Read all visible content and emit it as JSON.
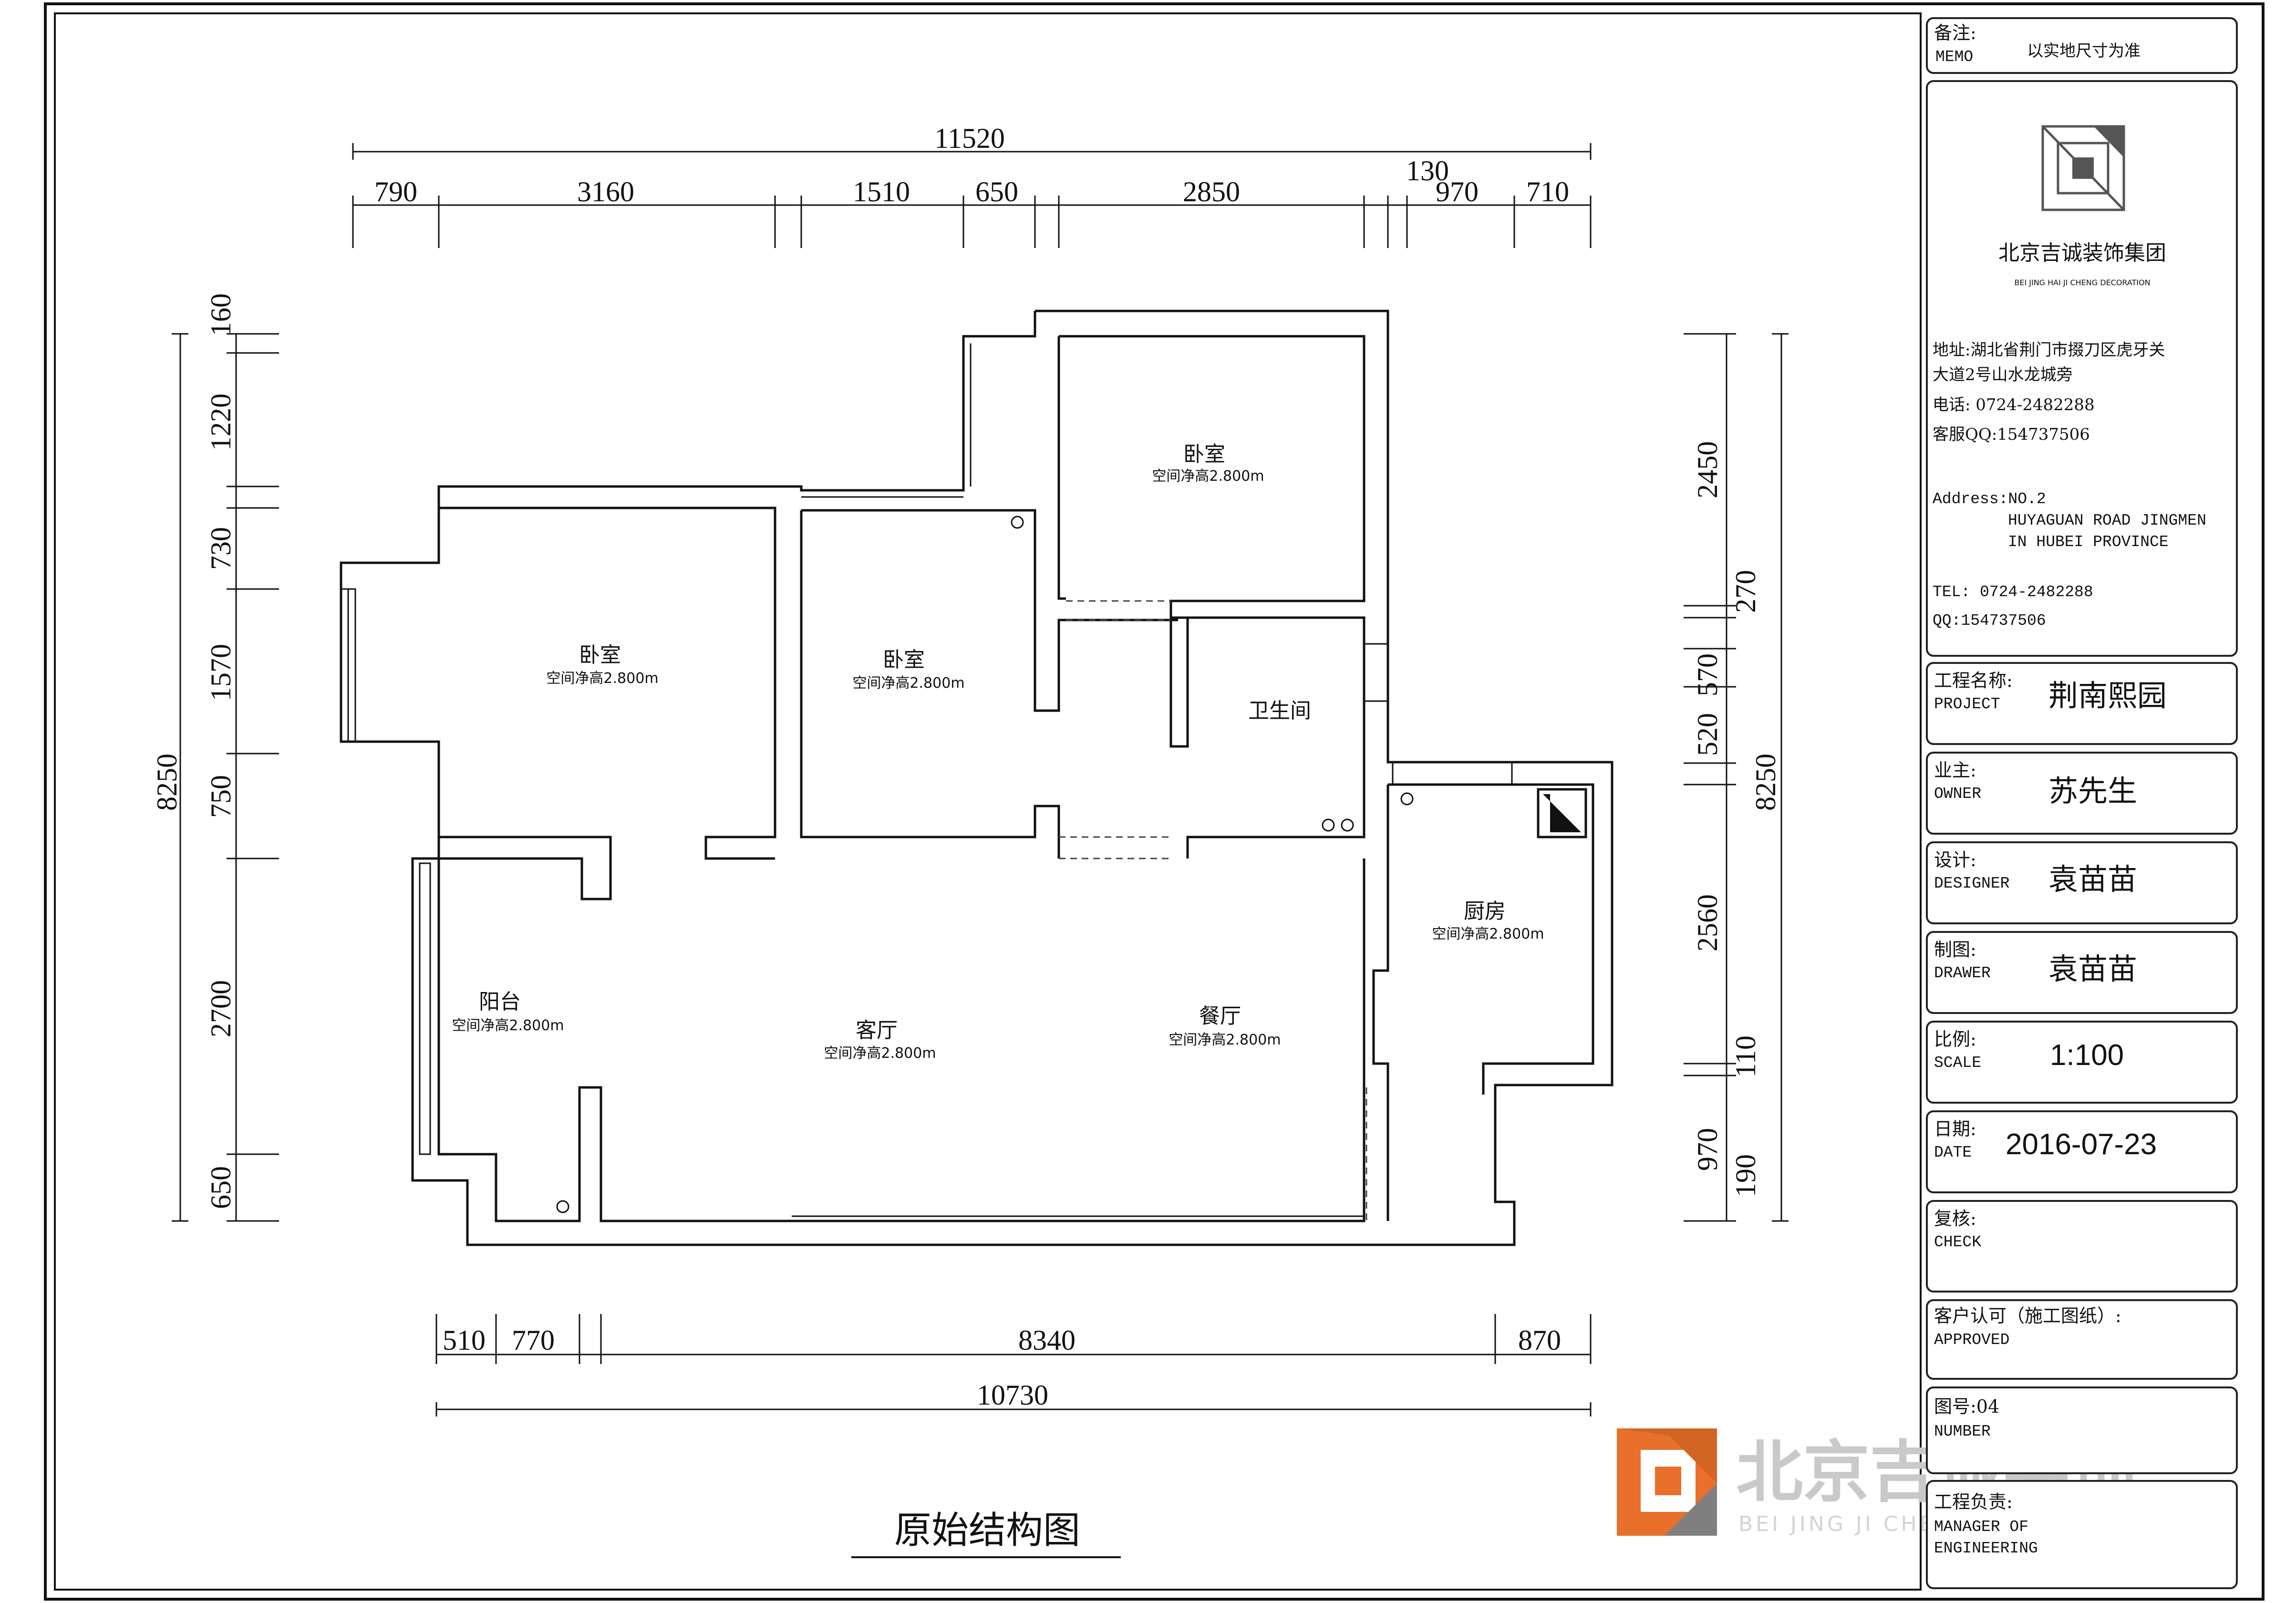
{
  "drawing": {
    "title": "原始结构图",
    "dimensions": {
      "top_total": "11520",
      "top_segments": [
        "790",
        "3160",
        "1510",
        "650",
        "2850",
        "130",
        "970",
        "710"
      ],
      "bottom_segments": [
        "510",
        "770",
        "8340",
        "870"
      ],
      "bottom_total": "10730",
      "left_total": "8250",
      "left_segments": [
        "160",
        "1220",
        "730",
        "1570",
        "750",
        "2700",
        "650"
      ],
      "right_total": "8250",
      "right_segments": [
        "2450",
        "270",
        "570",
        "520",
        "2560",
        "110",
        "970",
        "190"
      ]
    },
    "rooms": [
      {
        "name": "卧室",
        "height": "空间净高2.800m"
      },
      {
        "name": "卧室",
        "height": "空间净高2.800m"
      },
      {
        "name": "卧室",
        "height": "空间净高2.800m"
      },
      {
        "name": "卫生间",
        "height": ""
      },
      {
        "name": "厨房",
        "height": "空间净高2.800m"
      },
      {
        "name": "阳台",
        "height": "空间净高2.800m"
      },
      {
        "name": "客厅",
        "height": "空间净高2.800m"
      },
      {
        "name": "餐厅",
        "height": "空间净高2.800m"
      }
    ]
  },
  "title_block": {
    "memo_label": "备注:",
    "memo_en": "MEMO",
    "memo_value": "以实地尺寸为准",
    "company_name": "北京吉诚装饰集团",
    "company_en": "BEI JING HAI JI CHENG DECORATION",
    "address_cn_1": "地址:湖北省荆门市掇刀区虎牙关",
    "address_cn_2": "大道2号山水龙城旁",
    "phone_cn": "电话: 0724-2482288",
    "qq_cn": "客服QQ:154737506",
    "address_en_1": "Address:NO.2",
    "address_en_2": "HUYAGUAN ROAD JINGMEN",
    "address_en_3": "IN HUBEI PROVINCE",
    "tel_en": "TEL: 0724-2482288",
    "qq_en": "QQ:154737506",
    "fields": [
      {
        "label": "工程名称:",
        "en": "PROJECT",
        "value": "荆南熙园"
      },
      {
        "label": "业主:",
        "en": "OWNER",
        "value": "苏先生"
      },
      {
        "label": "设计:",
        "en": "DESIGNER",
        "value": "袁苗苗"
      },
      {
        "label": "制图:",
        "en": "DRAWER",
        "value": "袁苗苗"
      },
      {
        "label": "比例:",
        "en": "SCALE",
        "value": "1:100"
      },
      {
        "label": "日期:",
        "en": "DATE",
        "value": "2016-07-23"
      },
      {
        "label": "复核:",
        "en": "CHECK",
        "value": ""
      },
      {
        "label": "客户认可（施工图纸）:",
        "en": "APPROVED",
        "value": ""
      },
      {
        "label": "图号:04",
        "en": "NUMBER",
        "value": ""
      },
      {
        "label": "工程负责:",
        "en": "MANAGER OF ENGINEERING",
        "value": ""
      }
    ]
  },
  "watermark": {
    "text_cn": "北京吉诚装饰",
    "text_en": "BEI JING JI CHENG DECORAION"
  },
  "colors": {
    "ink": "#111111",
    "watermark_orange": "#e8702a",
    "watermark_gray": "#c9c9c9"
  }
}
